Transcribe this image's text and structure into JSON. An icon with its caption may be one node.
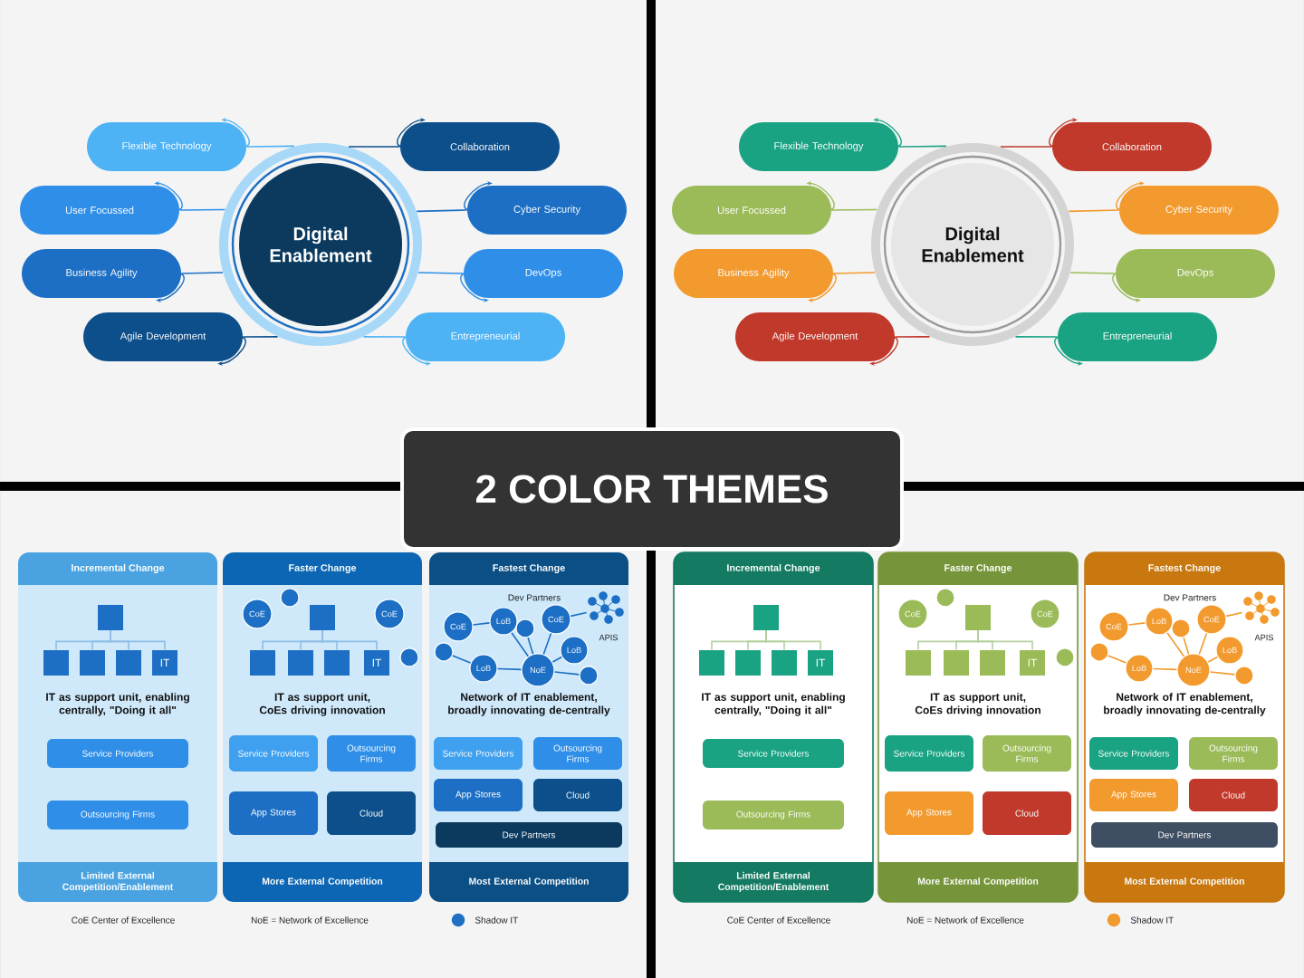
{
  "diagram": {
    "title": "2 COLOR THEMES",
    "nodes": [
      {
        "text": [
          "Digital Enablement"
        ]
      },
      {
        "text": [
          "Flexible Technology"
        ]
      },
      {
        "text": [
          "User Focussed"
        ]
      },
      {
        "text": [
          "Business Agility"
        ]
      },
      {
        "text": [
          "Agile Development"
        ]
      },
      {
        "text": [
          "Collaboration"
        ]
      },
      {
        "text": [
          "Cyber Security"
        ]
      },
      {
        "text": [
          "DevOps"
        ]
      },
      {
        "text": [
          "Entrepreneurial"
        ]
      },
      {
        "text": [
          "Digital Enablement"
        ]
      },
      {
        "text": [
          "Flexible Technology"
        ]
      },
      {
        "text": [
          "User Focussed"
        ]
      },
      {
        "text": [
          "Business Agility"
        ]
      },
      {
        "text": [
          "Agile Development"
        ]
      },
      {
        "text": [
          "Collaboration"
        ]
      },
      {
        "text": [
          "Cyber Security"
        ]
      },
      {
        "text": [
          "DevOps"
        ]
      },
      {
        "text": [
          "Entrepreneurial"
        ]
      },
      {
        "text": [
          "Incremental Change",
          "IT as support unit, enabling centrally, \"Doing it all\"",
          "Limited External Competition/Enablement"
        ]
      },
      {
        "text": [],
        "shape": "box",
        "in": 18
      },
      {
        "text": [],
        "shape": "box",
        "in": 18
      },
      {
        "text": [],
        "shape": "box",
        "in": 18
      },
      {
        "text": [],
        "shape": "box",
        "in": 18
      },
      {
        "text": [
          "IT"
        ],
        "in": 18
      },
      {
        "text": [
          "Service Providers"
        ],
        "in": 18
      },
      {
        "text": [
          "Outsourcing Firms"
        ],
        "in": 18
      },
      {
        "text": [
          "Faster Change",
          "IT as support unit, CoEs driving innovation",
          "More External Competition"
        ]
      },
      {
        "text": [
          "CoE"
        ],
        "in": 26
      },
      {
        "text": [],
        "shape": "circle",
        "in": 26
      },
      {
        "text": [
          "CoE"
        ],
        "in": 26
      },
      {
        "text": [],
        "shape": "box",
        "in": 26
      },
      {
        "text": [],
        "shape": "box",
        "in": 26
      },
      {
        "text": [],
        "shape": "box",
        "in": 26
      },
      {
        "text": [],
        "shape": "box",
        "in": 26
      },
      {
        "text": [
          "IT"
        ],
        "in": 26
      },
      {
        "text": [],
        "shape": "circle",
        "in": 26
      },
      {
        "text": [
          "Service Providers"
        ],
        "in": 26
      },
      {
        "text": [
          "Outsourcing Firms"
        ],
        "in": 26
      },
      {
        "text": [
          "App Stores"
        ],
        "in": 26
      },
      {
        "text": [
          "Cloud"
        ],
        "in": 26
      },
      {
        "text": [
          "Fastest Change",
          "Network of IT enablement, broadly innovating de-centrally",
          "Most External Competition"
        ]
      },
      {
        "text": [
          "CoE"
        ],
        "in": 40
      },
      {
        "text": [
          "LoB"
        ],
        "in": 40
      },
      {
        "text": [],
        "shape": "circle",
        "in": 40
      },
      {
        "text": [
          "CoE"
        ],
        "in": 40
      },
      {
        "text": [],
        "shape": "picture",
        "beside": [
          "APIS"
        ],
        "in": 40
      },
      {
        "text": [],
        "shape": "circle",
        "in": 40
      },
      {
        "text": [
          "LoB"
        ],
        "in": 40
      },
      {
        "text": [
          "NoE"
        ],
        "in": 40
      },
      {
        "text": [
          "LoB"
        ],
        "in": 40
      },
      {
        "text": [],
        "shape": "circle",
        "in": 40
      },
      {
        "text": [
          "Service Providers"
        ],
        "in": 40
      },
      {
        "text": [
          "Outsourcing Firms"
        ],
        "in": 40
      },
      {
        "text": [
          "App Stores"
        ],
        "in": 40
      },
      {
        "text": [
          "Cloud"
        ],
        "in": 40
      },
      {
        "text": [
          "Dev Partners"
        ],
        "in": 40
      },
      {
        "text": [
          "Incremental Change",
          "IT as support unit, enabling centrally, \"Doing it all\"",
          "Limited External Competition/Enablement"
        ]
      },
      {
        "text": [],
        "shape": "box",
        "in": 56
      },
      {
        "text": [],
        "shape": "box",
        "in": 56
      },
      {
        "text": [],
        "shape": "box",
        "in": 56
      },
      {
        "text": [],
        "shape": "box",
        "in": 56
      },
      {
        "text": [
          "IT"
        ],
        "in": 56
      },
      {
        "text": [
          "Service Providers"
        ],
        "in": 56
      },
      {
        "text": [
          "Outsourcing Firms"
        ],
        "in": 56
      },
      {
        "text": [
          "Faster Change",
          "IT as support unit, CoEs driving innovation",
          "More External Competition"
        ]
      },
      {
        "text": [
          "CoE"
        ],
        "in": 64
      },
      {
        "text": [],
        "shape": "circle",
        "in": 64
      },
      {
        "text": [
          "CoE"
        ],
        "in": 64
      },
      {
        "text": [],
        "shape": "box",
        "in": 64
      },
      {
        "text": [],
        "shape": "box",
        "in": 64
      },
      {
        "text": [],
        "shape": "box",
        "in": 64
      },
      {
        "text": [],
        "shape": "box",
        "in": 64
      },
      {
        "text": [
          "IT"
        ],
        "in": 64
      },
      {
        "text": [],
        "shape": "circle",
        "in": 64
      },
      {
        "text": [
          "Service Providers"
        ],
        "in": 64
      },
      {
        "text": [
          "Outsourcing Firms"
        ],
        "in": 64
      },
      {
        "text": [
          "App Stores"
        ],
        "in": 64
      },
      {
        "text": [
          "Cloud"
        ],
        "in": 64
      },
      {
        "text": [
          "Fastest Change",
          "Network of IT enablement, broadly innovating de-centrally",
          "Most External Competition"
        ]
      },
      {
        "text": [
          "CoE"
        ],
        "in": 78
      },
      {
        "text": [
          "LoB"
        ],
        "in": 78
      },
      {
        "text": [],
        "shape": "circle",
        "in": 78
      },
      {
        "text": [
          "CoE"
        ],
        "in": 78
      },
      {
        "text": [],
        "shape": "picture",
        "beside": [
          "APIS"
        ],
        "in": 78
      },
      {
        "text": [],
        "shape": "circle",
        "in": 78
      },
      {
        "text": [
          "LoB"
        ],
        "in": 78
      },
      {
        "text": [
          "NoE"
        ],
        "in": 78
      },
      {
        "text": [
          "LoB"
        ],
        "in": 78
      },
      {
        "text": [],
        "shape": "circle",
        "in": 78
      },
      {
        "text": [
          "Service Providers"
        ],
        "in": 78
      },
      {
        "text": [
          "Outsourcing Firms"
        ],
        "in": 78
      },
      {
        "text": [
          "App Stores"
        ],
        "in": 78
      },
      {
        "text": [
          "Cloud"
        ],
        "in": 78
      },
      {
        "text": [
          "Dev Partners"
        ],
        "in": 78
      }
    ],
    "edges": [
      {
        "from": 0,
        "to": 1,
        "arrow": "none",
        "color": "#4db3f5"
      },
      {
        "from": 0,
        "to": 2,
        "arrow": "none",
        "color": "#2f8fe8"
      },
      {
        "from": 0,
        "to": 3,
        "arrow": "none",
        "color": "#1c6fc4"
      },
      {
        "from": 0,
        "to": 4,
        "arrow": "none",
        "color": "#0d4f8b"
      },
      {
        "from": 0,
        "to": 5,
        "arrow": "none",
        "color": "#0d4f8b"
      },
      {
        "from": 0,
        "to": 6,
        "arrow": "none",
        "color": "#1c6fc4"
      },
      {
        "from": 0,
        "to": 7,
        "arrow": "none",
        "color": "#2f8fe8"
      },
      {
        "from": 0,
        "to": 8,
        "arrow": "none",
        "color": "#4db3f5"
      },
      {
        "from": 9,
        "to": 10,
        "arrow": "none",
        "color": "#1aa383"
      },
      {
        "from": 9,
        "to": 11,
        "arrow": "none",
        "color": "#9bbb59"
      },
      {
        "from": 9,
        "to": 12,
        "arrow": "none",
        "color": "#f29a2e"
      },
      {
        "from": 9,
        "to": 13,
        "arrow": "none",
        "color": "#c0392b"
      },
      {
        "from": 9,
        "to": 14,
        "arrow": "none",
        "color": "#c0392b"
      },
      {
        "from": 9,
        "to": 15,
        "arrow": "none",
        "color": "#f29a2e"
      },
      {
        "from": 9,
        "to": 16,
        "arrow": "none",
        "color": "#9bbb59"
      },
      {
        "from": 9,
        "to": 17,
        "arrow": "none",
        "color": "#1aa383"
      },
      {
        "from": 19,
        "to": 20,
        "arrow": "none",
        "color": "#8fbde6"
      },
      {
        "from": 19,
        "to": 21,
        "arrow": "none",
        "color": "#8fbde6"
      },
      {
        "from": 19,
        "to": 22,
        "arrow": "none",
        "color": "#8fbde6"
      },
      {
        "from": 19,
        "to": 23,
        "arrow": "none",
        "color": "#8fbde6"
      },
      {
        "from": 30,
        "to": 31,
        "arrow": "none",
        "color": "#8fbde6"
      },
      {
        "from": 30,
        "to": 32,
        "arrow": "none",
        "color": "#8fbde6"
      },
      {
        "from": 30,
        "to": 33,
        "arrow": "none",
        "color": "#8fbde6"
      },
      {
        "from": 30,
        "to": 34,
        "arrow": "none",
        "color": "#8fbde6"
      },
      {
        "from": 46,
        "to": 47,
        "arrow": "none",
        "color": "#1c6fc4"
      },
      {
        "from": 47,
        "to": 48,
        "arrow": "none",
        "color": "#1c6fc4"
      },
      {
        "from": 41,
        "to": 42,
        "arrow": "none",
        "color": "#1c6fc4"
      },
      {
        "from": 42,
        "to": 48,
        "arrow": "none",
        "color": "#1c6fc4"
      },
      {
        "from": 43,
        "to": 48,
        "arrow": "none",
        "color": "#1c6fc4"
      },
      {
        "from": 44,
        "to": 48,
        "arrow": "none",
        "color": "#1c6fc4"
      },
      {
        "from": 48,
        "to": 49,
        "arrow": "none",
        "color": "#1c6fc4"
      },
      {
        "from": 48,
        "to": 50,
        "arrow": "none",
        "color": "#1c6fc4"
      },
      {
        "from": 44,
        "to": 45,
        "arrow": "none",
        "color": "#1c6fc4"
      },
      {
        "from": 57,
        "to": 58,
        "arrow": "none",
        "color": "#b5cfa0"
      },
      {
        "from": 57,
        "to": 59,
        "arrow": "none",
        "color": "#b5cfa0"
      },
      {
        "from": 57,
        "to": 60,
        "arrow": "none",
        "color": "#b5cfa0"
      },
      {
        "from": 57,
        "to": 61,
        "arrow": "none",
        "color": "#b5cfa0"
      },
      {
        "from": 68,
        "to": 69,
        "arrow": "none",
        "color": "#b5cfa0"
      },
      {
        "from": 68,
        "to": 70,
        "arrow": "none",
        "color": "#b5cfa0"
      },
      {
        "from": 68,
        "to": 71,
        "arrow": "none",
        "color": "#b5cfa0"
      },
      {
        "from": 68,
        "to": 72,
        "arrow": "none",
        "color": "#b5cfa0"
      },
      {
        "from": 84,
        "to": 85,
        "arrow": "none",
        "color": "#f29a2e"
      },
      {
        "from": 85,
        "to": 86,
        "arrow": "none",
        "color": "#f29a2e"
      },
      {
        "from": 79,
        "to": 80,
        "arrow": "none",
        "color": "#f29a2e"
      },
      {
        "from": 80,
        "to": 86,
        "arrow": "none",
        "color": "#f29a2e"
      },
      {
        "from": 81,
        "to": 86,
        "arrow": "none",
        "color": "#f29a2e"
      },
      {
        "from": 82,
        "to": 86,
        "arrow": "none",
        "color": "#f29a2e"
      },
      {
        "from": 86,
        "to": 87,
        "arrow": "none",
        "color": "#f29a2e"
      },
      {
        "from": 86,
        "to": 88,
        "arrow": "none",
        "color": "#f29a2e"
      },
      {
        "from": 82,
        "to": 83,
        "arrow": "none",
        "color": "#f29a2e"
      }
    ],
    "labels": [
      "Dev Partners",
      "CoE Center of Excellence",
      "NoE = Network of Excellence",
      "Dev Partners",
      "CoE Center of Excellence",
      "NoE = Network of Excellence"
    ],
    "legend": [
      {
        "text": "Shadow IT",
        "color": "#1f6fc2"
      },
      {
        "text": "Shadow IT",
        "color": "#f29a2e"
      }
    ]
  }
}
